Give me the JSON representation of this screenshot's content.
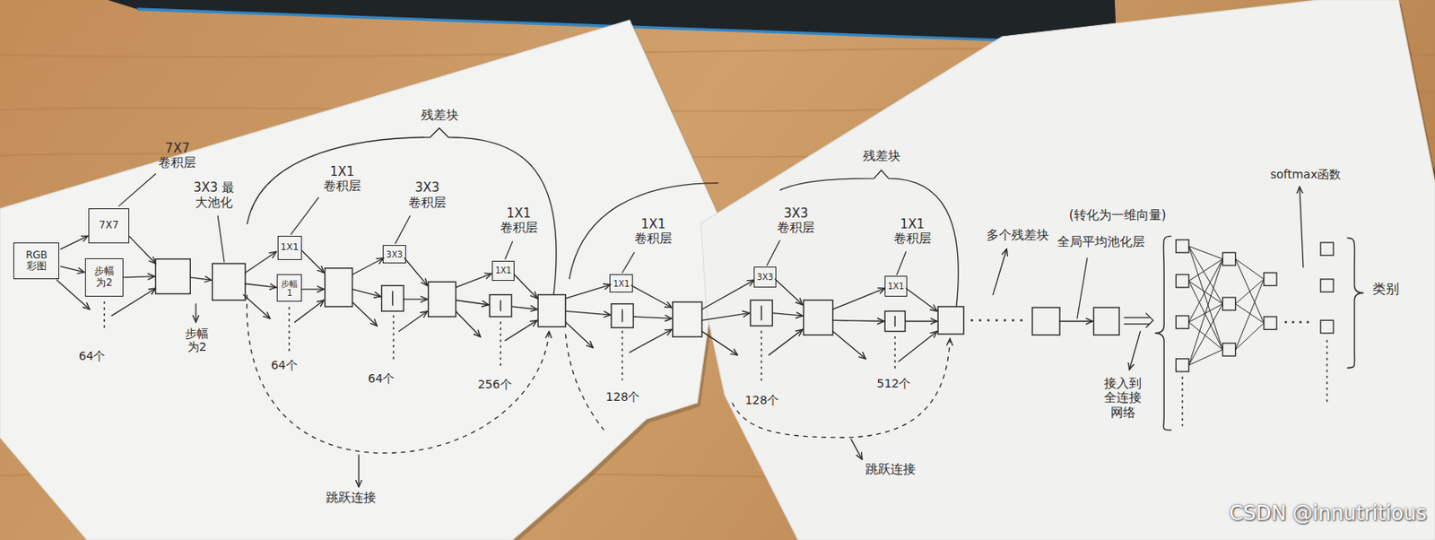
{
  "diagram": {
    "nodes": [
      {
        "text": [
          "RGB 彩图"
        ]
      },
      {
        "text": [
          "7X7"
        ]
      },
      {
        "text": [
          "步幅 为2"
        ]
      },
      {
        "text": [
          "1X1"
        ]
      },
      {
        "text": [
          "步幅 1"
        ]
      },
      {
        "text": [
          "3X3"
        ]
      },
      {
        "text": [
          "1X1"
        ]
      },
      {
        "text": [
          "1X1"
        ]
      },
      {
        "text": [
          "3X3"
        ]
      },
      {
        "text": [
          "1X1"
        ]
      }
    ],
    "edges": [
      {
        "from": 0,
        "to": 1,
        "arrow": "to"
      },
      {
        "from": 0,
        "to": 2,
        "arrow": "to"
      }
    ],
    "labels": [
      "7X7 卷积层",
      "3X3 最大池化",
      "步幅 为2",
      "残差块",
      "1X1 卷积层",
      "3X3 卷积层",
      "1X1 卷积层",
      "1X1 卷积层",
      "64个",
      "64个",
      "64个",
      "256个",
      "128个",
      "128个",
      "512个",
      "跳跃连接",
      "残差块",
      "3X3 卷积层",
      "1X1 卷积层",
      "跳跃连接",
      "多个残差块",
      "(转化为一维向量)",
      "全局平均池化层",
      "接入到 全连接 网络",
      "softmax函数",
      "类别",
      "CSDN @innutritious"
    ]
  }
}
